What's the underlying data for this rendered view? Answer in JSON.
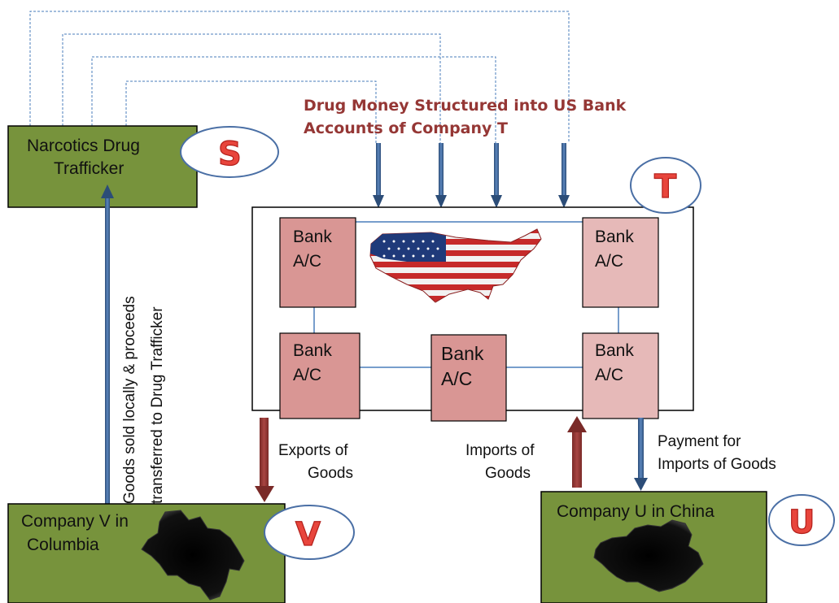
{
  "title": {
    "line1": "Drug Money Structured into US Bank",
    "line2": "Accounts of Company T"
  },
  "entities": {
    "s": {
      "line1": "Narcotics Drug",
      "line2": "Trafficker",
      "badge": "S"
    },
    "t": {
      "badge": "T"
    },
    "v": {
      "line1": "Company V in",
      "line2": "Columbia",
      "badge": "V"
    },
    "u": {
      "line1": "Company U in China",
      "badge": "U"
    }
  },
  "bank_accounts": [
    {
      "line1": "Bank",
      "line2": "A/C"
    },
    {
      "line1": "Bank",
      "line2": "A/C"
    },
    {
      "line1": "Bank",
      "line2": "A/C"
    },
    {
      "line1": "Bank",
      "line2": "A/C"
    },
    {
      "line1": "Bank",
      "line2": "A/C"
    }
  ],
  "flows": {
    "goods_sold": {
      "line1": "Goods sold locally & proceeds",
      "line2": "transferred to Drug  Trafficker"
    },
    "exports": {
      "line1": "Exports of",
      "line2": "Goods"
    },
    "imports": {
      "line1": "Imports of",
      "line2": "Goods"
    },
    "payment": {
      "line1": "Payment for",
      "line2": "Imports of Goods"
    }
  },
  "images": {
    "us_map": "us-flag-map",
    "colombia_map": "colombia-silhouette",
    "china_map": "china-silhouette"
  },
  "colors": {
    "entity_fill": "#77933c",
    "bank_dark": "#d99694",
    "bank_light": "#e6b9b8",
    "title": "#953735",
    "arrow_blue": "#3a6396",
    "arrow_red": "#953735",
    "dotted_line": "#4a7ebb"
  }
}
